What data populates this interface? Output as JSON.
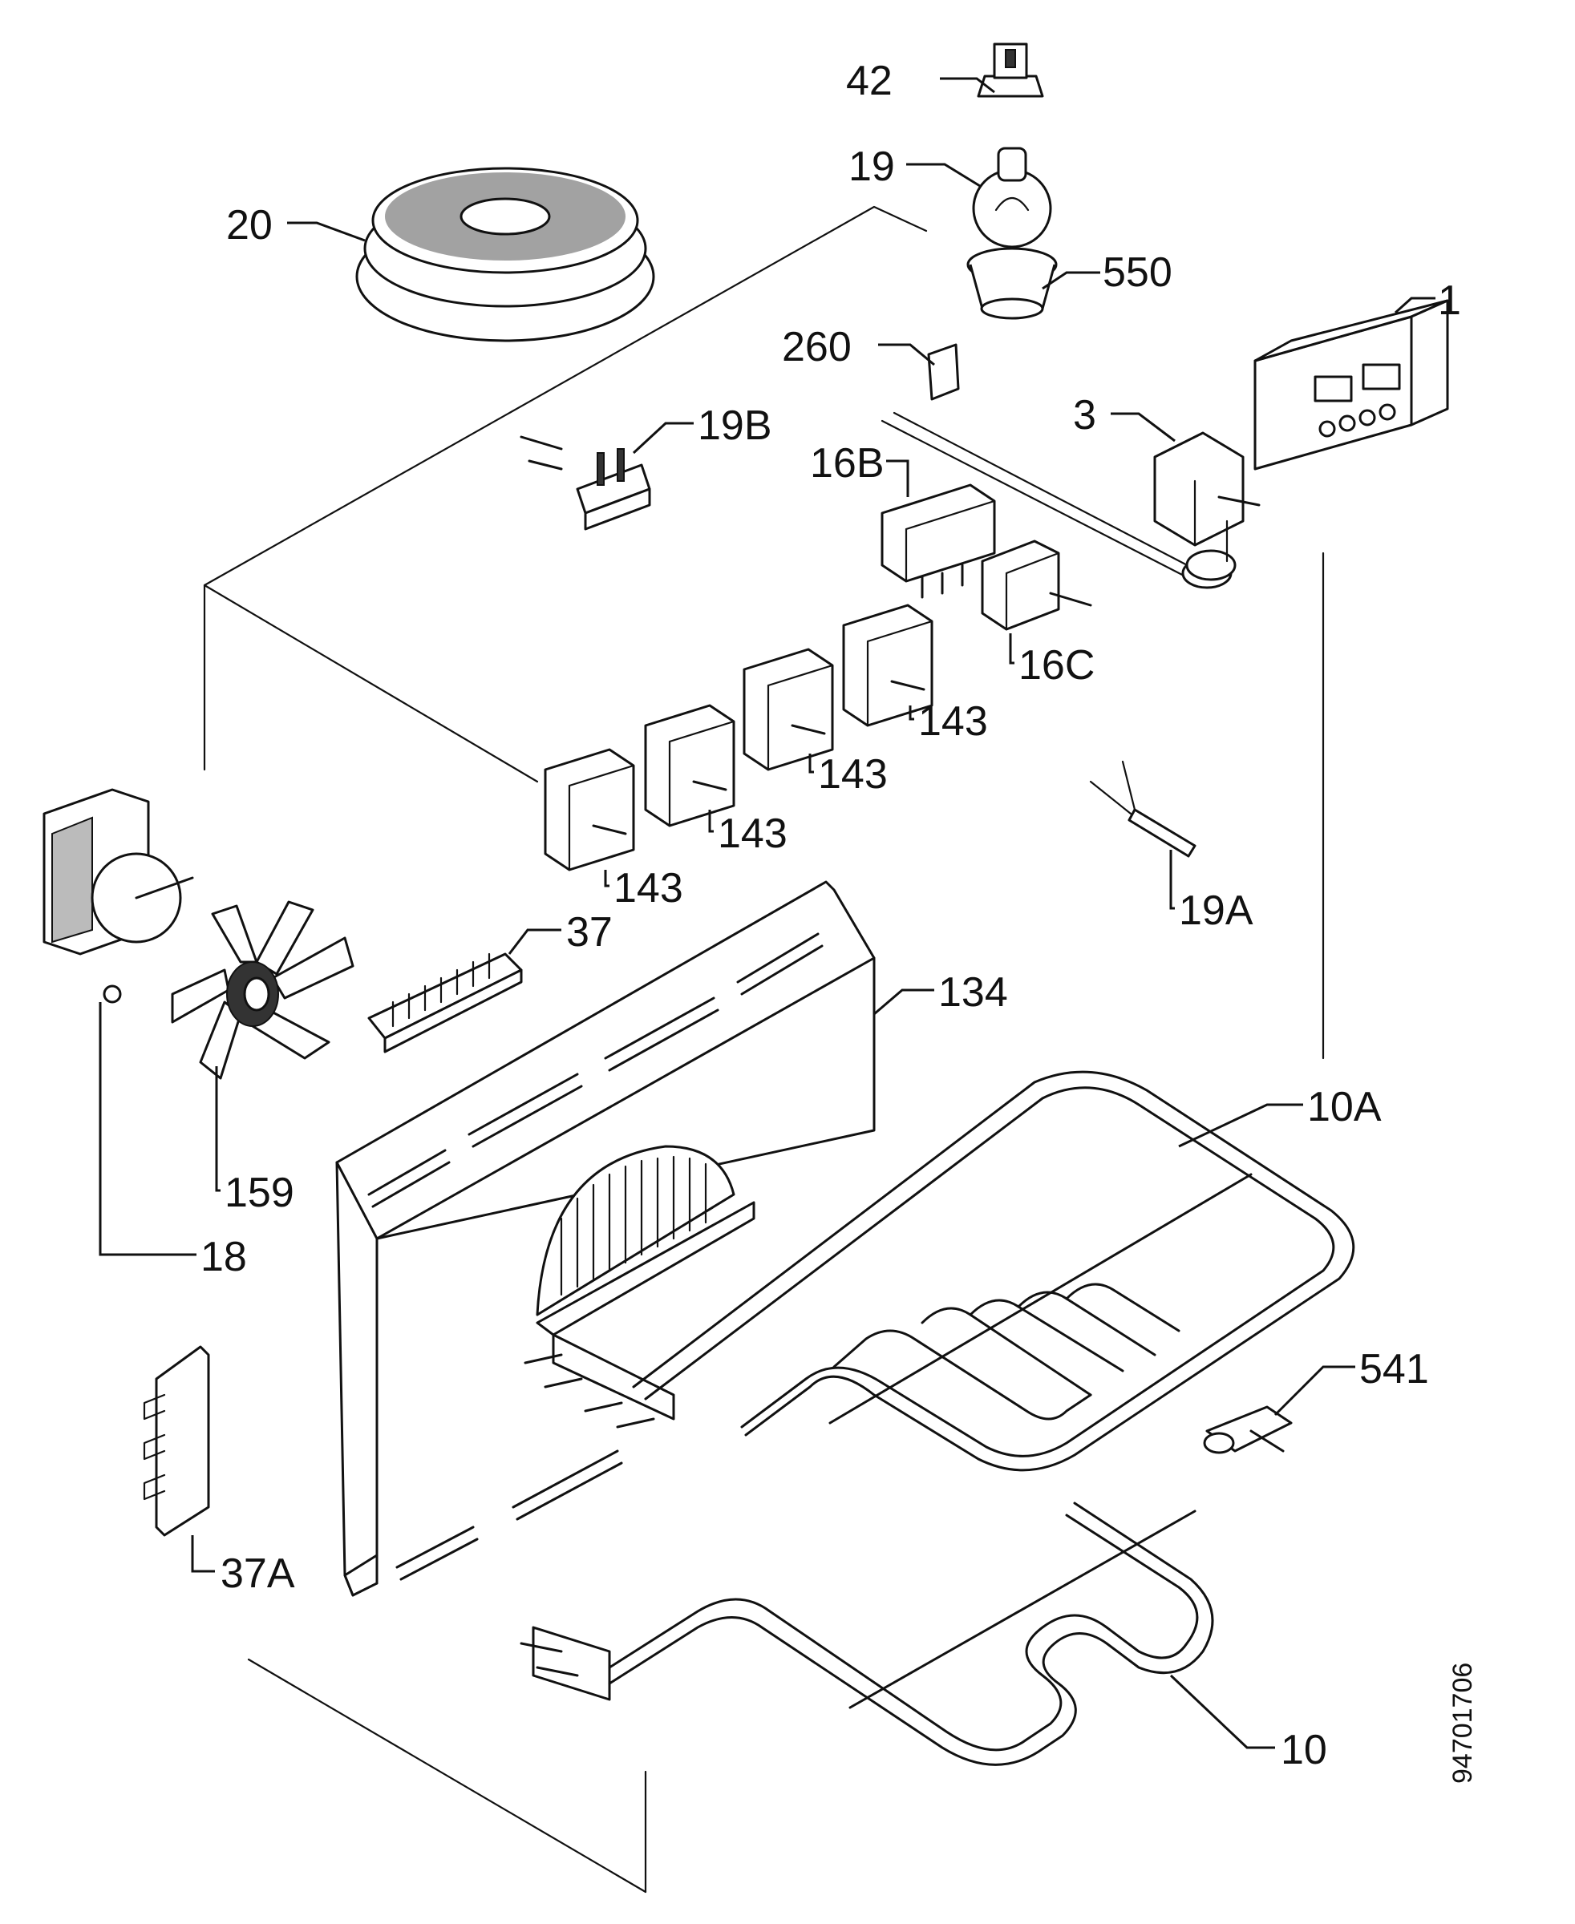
{
  "diagram": {
    "drawing_number": "94701706",
    "callouts": {
      "c42": "42",
      "c19": "19",
      "c20": "20",
      "c550": "550",
      "c260": "260",
      "c1": "1",
      "c19b": "19B",
      "c3": "3",
      "c16b": "16B",
      "c16c": "16C",
      "c143a": "143",
      "c143b": "143",
      "c143c": "143",
      "c143d": "143",
      "c19a": "19A",
      "c37": "37",
      "c134": "134",
      "c10a": "10A",
      "c159": "159",
      "c18": "18",
      "c541": "541",
      "c37a": "37A",
      "c10": "10"
    }
  }
}
